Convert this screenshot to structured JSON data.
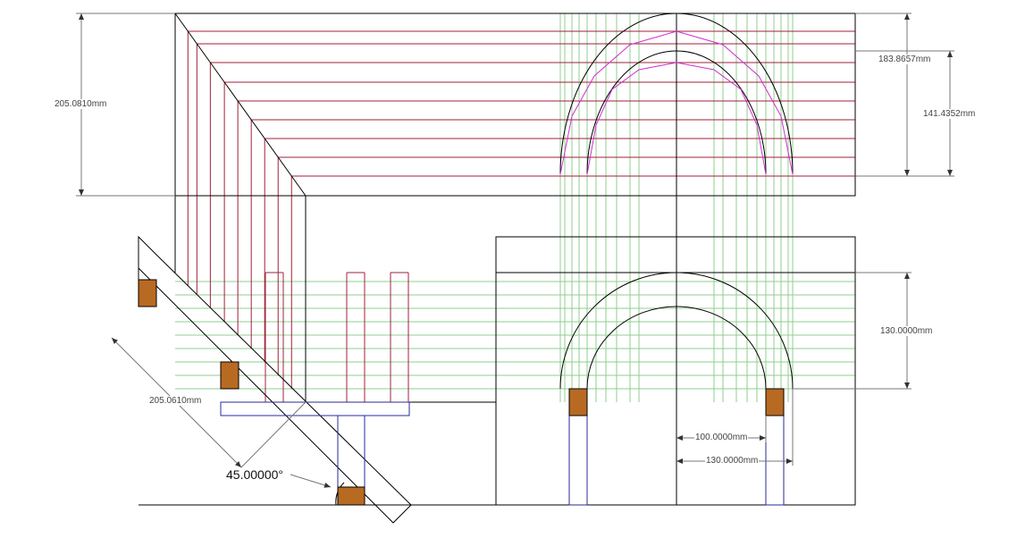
{
  "colors": {
    "outline": "#000000",
    "construction_red": "#a0203a",
    "projection_green": "#7fbf7f",
    "arch_magenta": "#d030d0",
    "column_blue": "#2a2a9a",
    "block_brown": "#b86a22",
    "dimension": "#888888"
  },
  "dimensions": {
    "plan_depth": "205.0810mm",
    "outer_arch_height": "183.8657mm",
    "inner_arch_height": "141.4352mm",
    "elevation_arch_rise": "130.0000mm",
    "diagonal_length": "205.0610mm",
    "angle": "45.00000°",
    "inner_radius": "100.0000mm",
    "outer_radius": "130.0000mm"
  }
}
